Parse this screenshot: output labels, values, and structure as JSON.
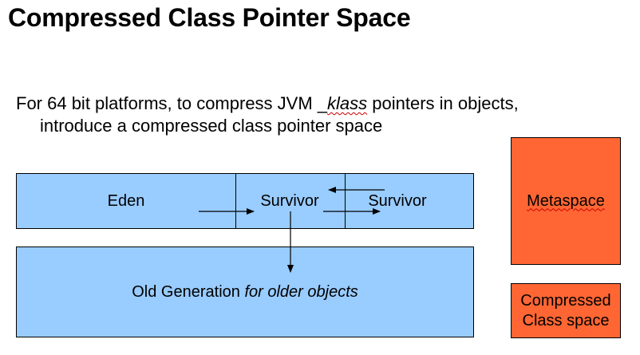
{
  "title": "Compressed Class Pointer Space",
  "intro": {
    "before": "For 64 bit platforms, to compress JVM _",
    "klass": "klass",
    "after": " pointers in objects,",
    "line2": "introduce a compressed class pointer space"
  },
  "young": {
    "eden": "Eden",
    "survivor1": "Survivor",
    "survivor2": "Survivor"
  },
  "old": {
    "label": "Old Generation ",
    "italic": "for older objects"
  },
  "metaspace": "Metaspace",
  "compressed": {
    "line1": "Compressed",
    "line2": "Class space"
  },
  "colors": {
    "heap": "#99ccff",
    "metaspace": "#ff6633"
  }
}
